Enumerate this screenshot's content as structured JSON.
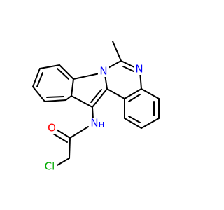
{
  "atoms": {
    "n_ring": {
      "text": "N",
      "color": "#0000ff"
    },
    "n_imine": {
      "text": "N",
      "color": "#0000ff"
    },
    "nh": {
      "text": "N",
      "sub": "H",
      "color": "#0000ff"
    },
    "o": {
      "text": "O",
      "color": "#ff0000"
    },
    "cl": {
      "text": "Cl",
      "color": "#00aa00"
    }
  }
}
